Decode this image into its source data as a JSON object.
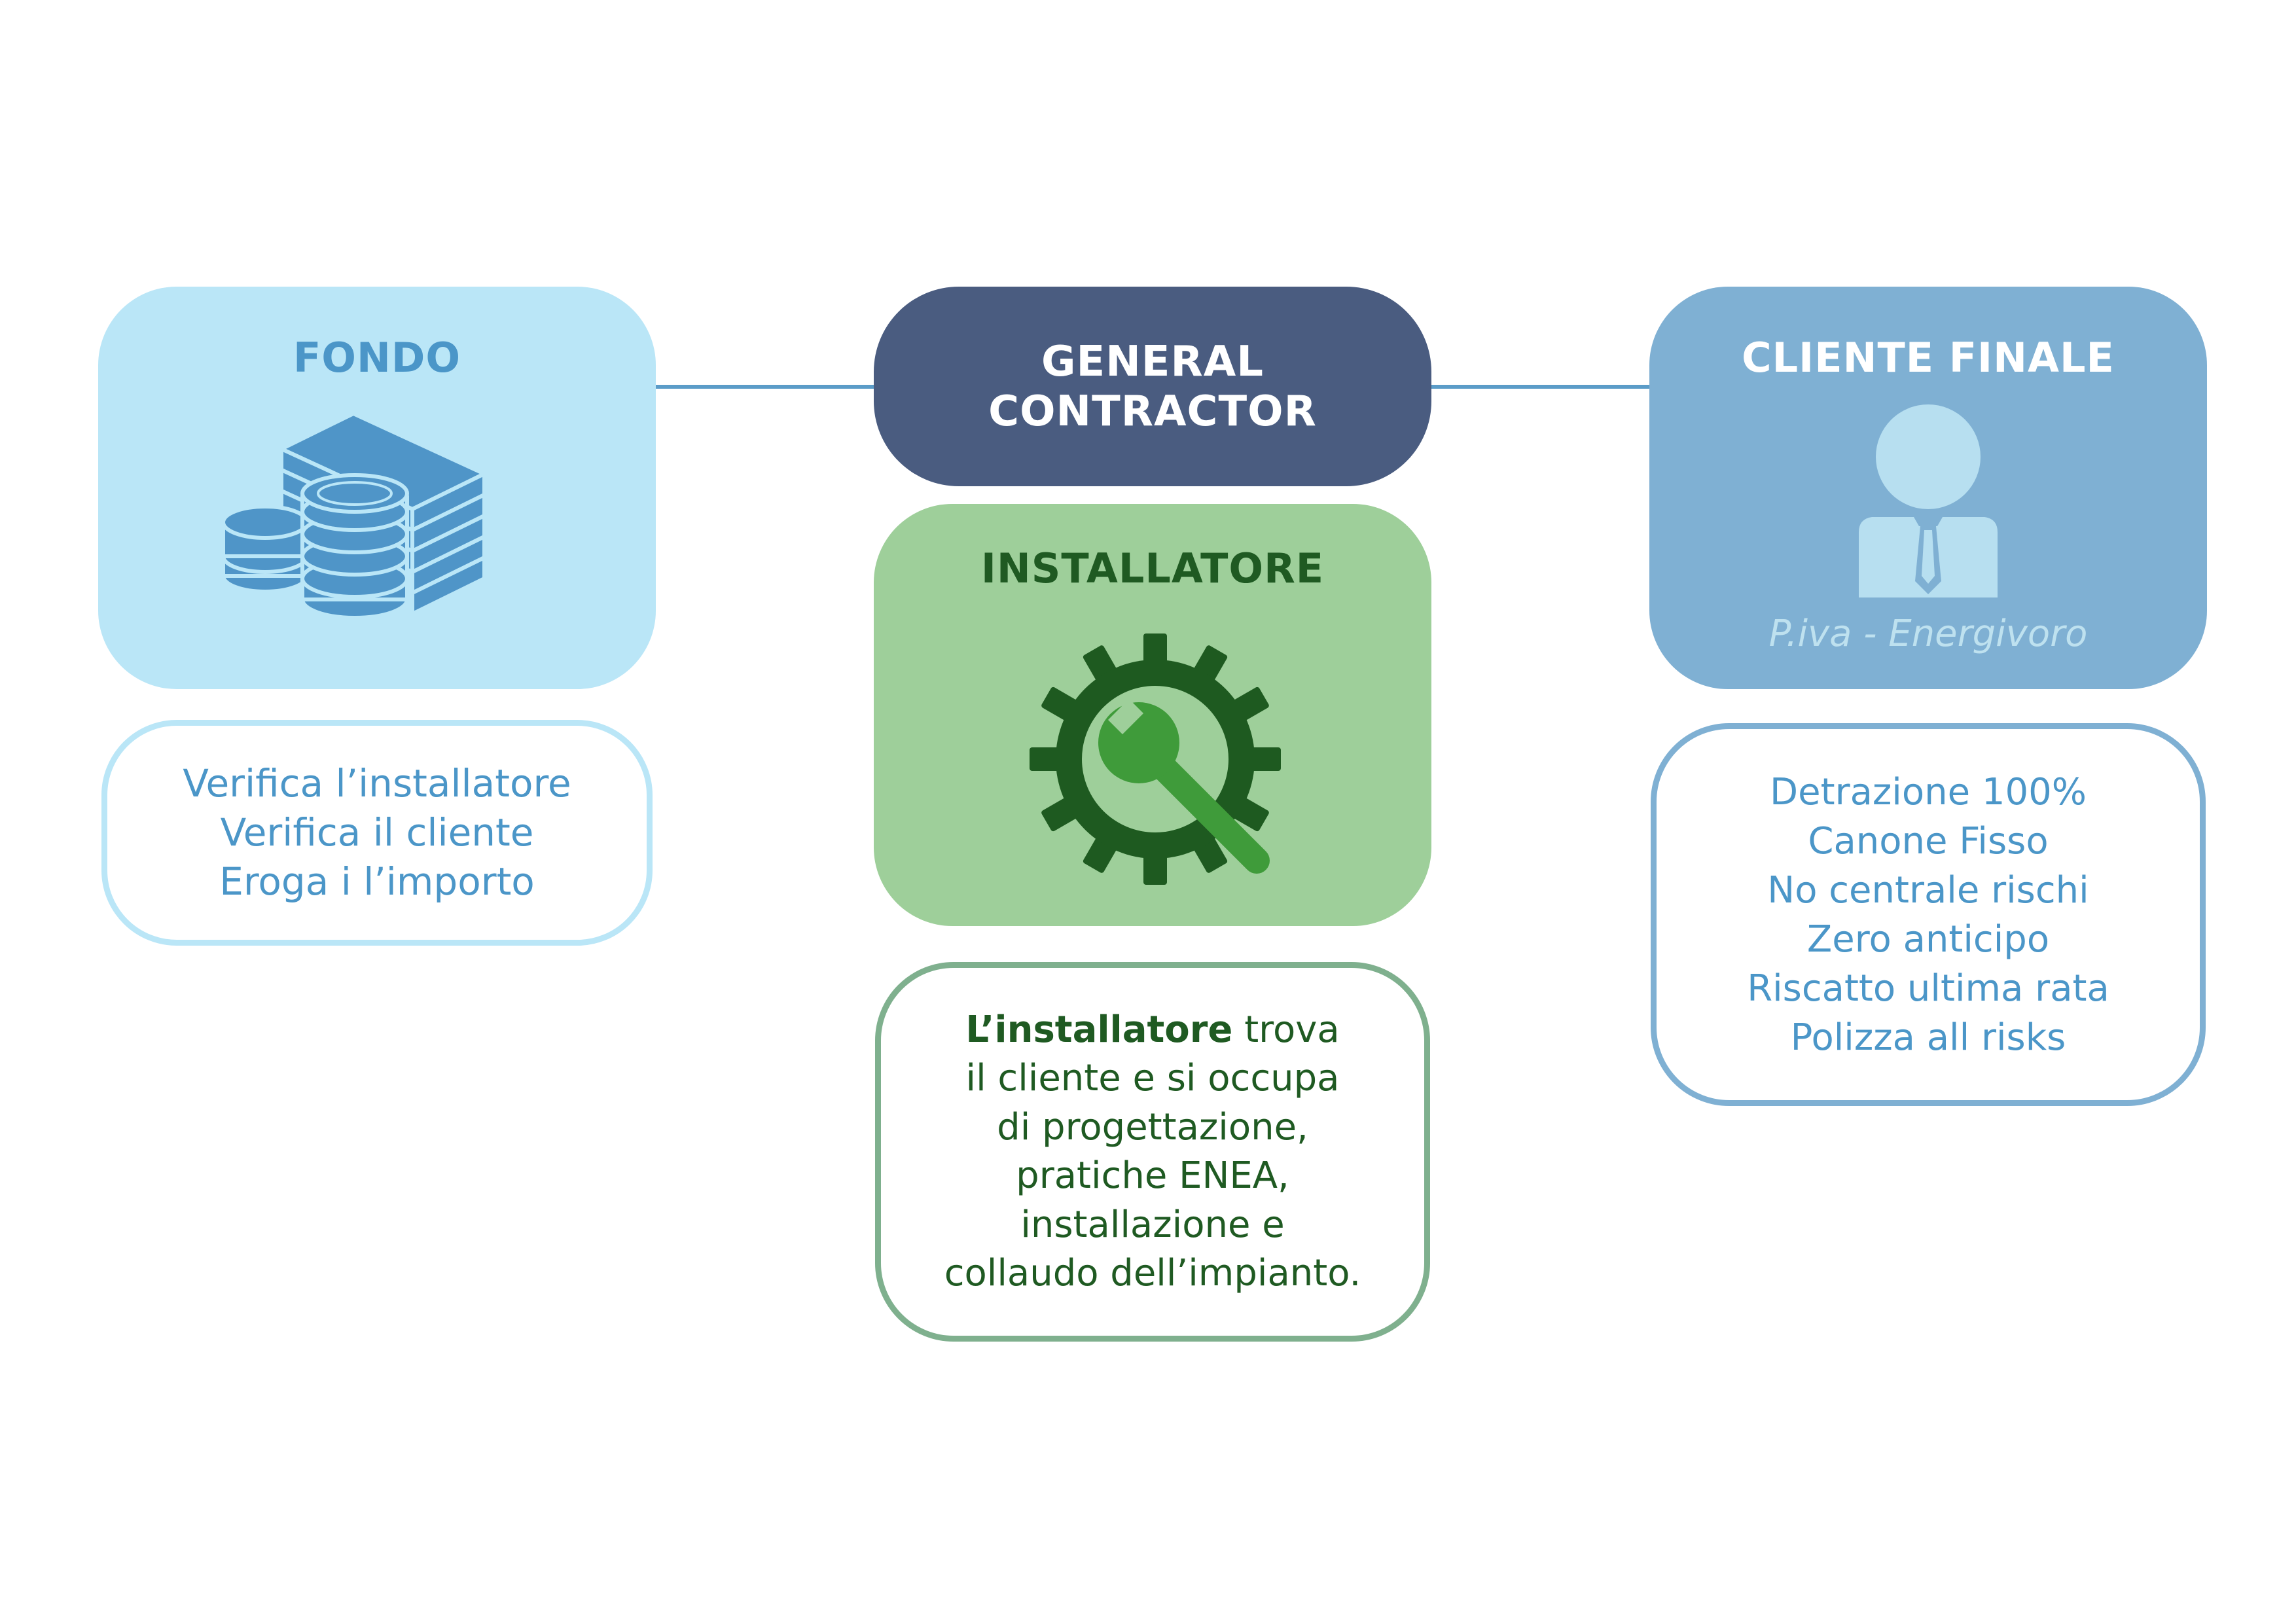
{
  "fondo": {
    "title": "FONDO",
    "lines": [
      "Verifica l’installatore",
      "Verifica il cliente",
      "Eroga i l’importo"
    ]
  },
  "general_contractor": {
    "title_line1": "GENERAL",
    "title_line2": "CONTRACTOR"
  },
  "installatore": {
    "title": "INSTALLATORE",
    "lead_bold": "L’installatore",
    "lead_rest": " trova",
    "lines": [
      "il cliente e si occupa",
      "di progettazione,",
      "pratiche ENEA,",
      "installazione e",
      "collaudo dell’impianto."
    ]
  },
  "cliente_finale": {
    "title": "CLIENTE FINALE",
    "subtitle": "P.iva - Energivoro",
    "lines": [
      "Detrazione 100%",
      "Canone Fisso",
      "No centrale rischi",
      "Zero anticipo",
      "Riscatto ultima rata",
      "Polizza all risks"
    ]
  },
  "icons": {
    "fondo": "money-stack-icon",
    "installatore": "gear-wrench-icon",
    "cliente_finale": "business-person-icon"
  },
  "colors": {
    "fondo_fill": "#bae6f7",
    "fondo_text": "#4b96c8",
    "gc_fill": "#4a5c80",
    "installatore_fill": "#9ecf9a",
    "installatore_text": "#1f5a22",
    "installatore_border": "#7fb08e",
    "cliente_fill": "#7fb0d3",
    "connector": "#5b9cc8"
  }
}
